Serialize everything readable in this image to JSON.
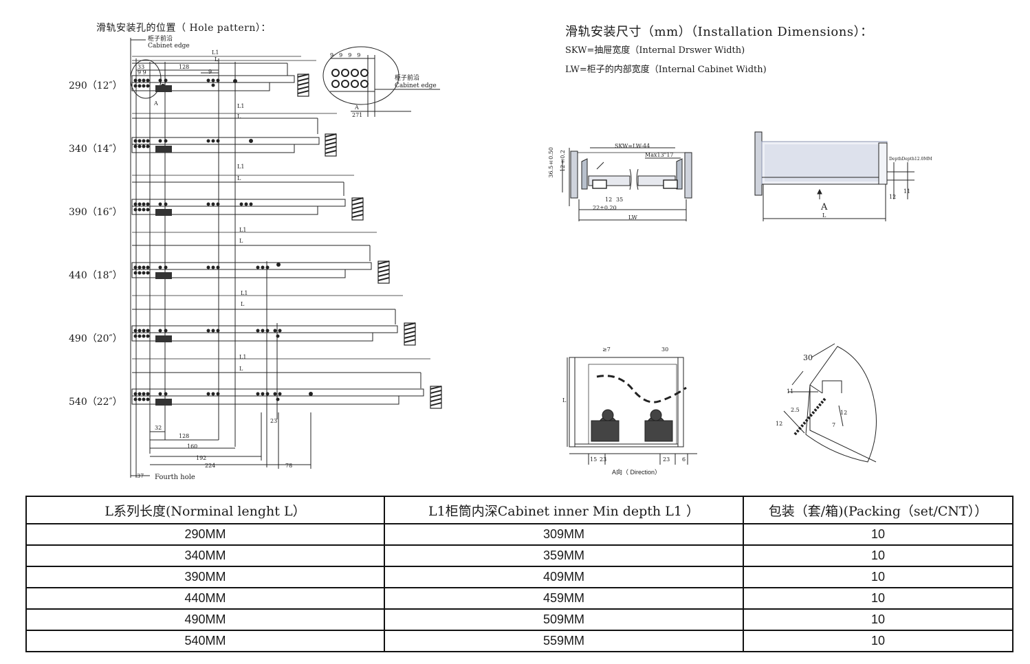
{
  "hole_pattern": {
    "title": "滑轨安装孔的位置（ Hole pattern）：",
    "cabinet_edge_cn": "柜子前沿",
    "cabinet_edge_en": "Cabinet edge",
    "detail_cabinet_edge_cn": "柜子前沿",
    "detail_cabinet_edge_en": "Cabinet edge",
    "detail_dim_a": "A",
    "detail_dim_271": "271",
    "detail_dim_9s": "9",
    "dim_L1": "L1",
    "dim_L": "L",
    "dim_33": "33",
    "dim_128_top": "128",
    "dim_9_9": "9  9",
    "dim_9_mid": "9",
    "dim_A": "A",
    "size_labels": [
      "290（12″）",
      "340（14″）",
      "390（16″）",
      "440（18″）",
      "490（20″）",
      "540（22″）"
    ],
    "bottom_dims": {
      "d32": "32",
      "d128": "128",
      "d160": "160",
      "d192": "192",
      "d224": "224",
      "d78": "78",
      "d37": "37",
      "d23": "23",
      "fourth_hole": "Fourth hole"
    }
  },
  "installation": {
    "title": "滑轨安装尺寸（mm）（Installation Dimensions）：",
    "skw_def": "SKW=抽屉宽度（Internal Drswer Width)",
    "lw_def": "LW=柜子的内部宽度（Internal Cabinet Width)",
    "front_view": {
      "skw_formula": "SKW=LW-44",
      "max_label": "Max13\"17",
      "d_365": "36.5±0.50",
      "d_12": "12±0.2",
      "d_12b": "12",
      "d_35": "35",
      "d_22": "22±0.20",
      "lw": "LW"
    },
    "side_view": {
      "a_label": "A",
      "l_label": "L",
      "depth_label": "DepthDepth12.0MM",
      "d_12": "12",
      "d_11": "11"
    },
    "back_view": {
      "d7": "≥7",
      "d30": "30",
      "l": "L",
      "d15": "15",
      "d23a": "23",
      "d23b": "23",
      "d6": "6",
      "direction": "A向（ Direction）"
    },
    "detail_view": {
      "d30": "30",
      "d11": "11",
      "d12a": "12",
      "d12b": "12",
      "d7": "7",
      "d25": "2.5"
    }
  },
  "table": {
    "headers": [
      "L系列长度(Norminal lenght  L）",
      "L1柜筒内深Cabinet inner Min depth L1 ）",
      "包装（套/箱)(Packing（set/CNT））"
    ],
    "rows": [
      [
        "290MM",
        "309MM",
        "10"
      ],
      [
        "340MM",
        "359MM",
        "10"
      ],
      [
        "390MM",
        "409MM",
        "10"
      ],
      [
        "440MM",
        "459MM",
        "10"
      ],
      [
        "490MM",
        "509MM",
        "10"
      ],
      [
        "540MM",
        "559MM",
        "10"
      ]
    ]
  }
}
